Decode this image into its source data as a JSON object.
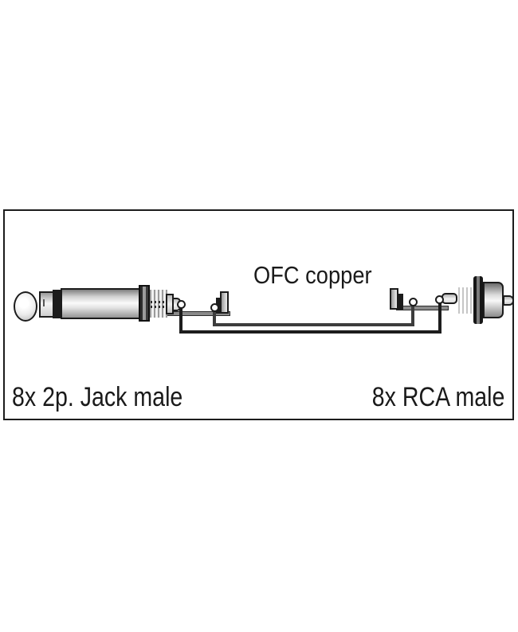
{
  "diagram": {
    "cable_label": "OFC copper",
    "left_connector_label": "8x 2p. Jack male",
    "right_connector_label": "8x RCA male"
  },
  "connectors": {
    "left": {
      "type": "jack-male-2pole",
      "quantity": "8x"
    },
    "right": {
      "type": "rca-male",
      "quantity": "8x"
    },
    "wires": [
      "signal",
      "shield"
    ]
  },
  "colors": {
    "background": "#ffffff",
    "frame_border": "#1c1c1c",
    "outline": "#1c1c1c",
    "signal_wire": "#1d1d1d",
    "shield_wire": "#3d3d3d",
    "metal_light": "#f5f5f5",
    "metal_dark": "#8a8a8a",
    "text": "#1a1a1a"
  }
}
